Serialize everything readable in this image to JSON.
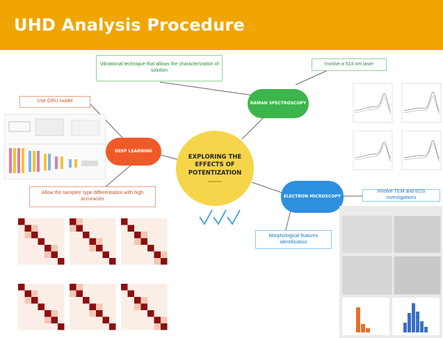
{
  "header": {
    "title": "UHD Analysis Procedure",
    "color": "#f0a500"
  },
  "center": {
    "title": "EXPLORING THE EFFECTS OF POTENTIZATION",
    "subtitle": "acceptance"
  },
  "nodes": {
    "raman": {
      "label": "RAMAN SPECTROSCOPY",
      "color": "#3cb54a"
    },
    "deep": {
      "label": "DEEP LEARNING",
      "color": "#f05a28"
    },
    "electron": {
      "label": "ELECTRON MICROSCOPY",
      "color": "#2d8fe0"
    }
  },
  "notes": {
    "vibrational": "Vibrational technique that allows the characterization of solution",
    "involve514": "Involve a 514 nm laser",
    "gru": "Use GRU model",
    "samples": "Allow the samples' type differentiation with high accuracies",
    "tem": "Involve TEM and EDS investigations",
    "morph": "Morphological features identification"
  },
  "icons": {
    "checks": "checkmark-icons"
  }
}
